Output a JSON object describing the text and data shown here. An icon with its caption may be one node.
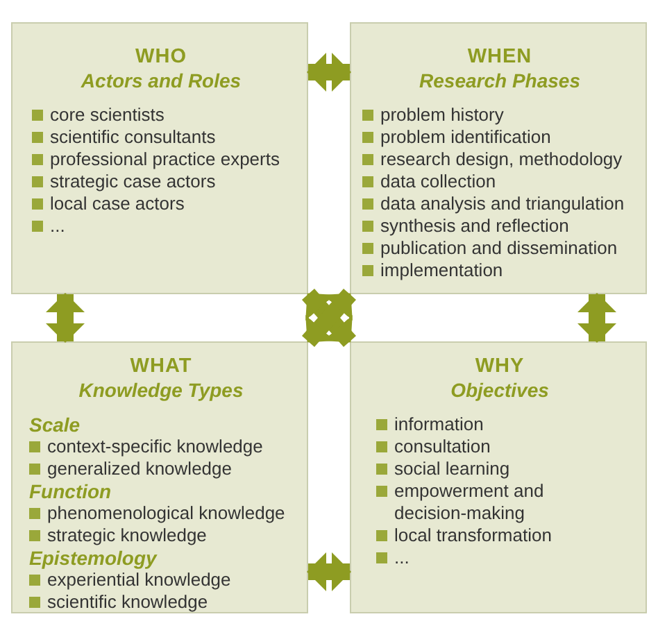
{
  "diagram": {
    "nodes": [
      {
        "text": [
          "WHO",
          "Actors and Roles",
          "core scientists",
          "scientific consultants",
          "professional practice experts",
          "strategic case actors",
          "local case actors",
          "..."
        ]
      },
      {
        "text": [
          "WHEN",
          "Research Phases",
          "problem history",
          "problem identification",
          "research design, methodology",
          "data collection",
          "data analysis and triangulation",
          "synthesis and reflection",
          "publication and dissemination",
          "implementation"
        ]
      },
      {
        "text": [
          "WHAT",
          "Knowledge Types",
          "Scale",
          "context-specific knowledge",
          "generalized knowledge",
          "Function",
          "phenomenological knowledge",
          "strategic knowledge",
          "Epistemology",
          "experiential knowledge",
          "scientific knowledge"
        ]
      },
      {
        "text": [
          "WHY",
          "Objectives",
          "information",
          "consultation",
          "social learning",
          "empowerment and decision-making",
          "local transformation",
          "..."
        ]
      }
    ],
    "edges": [
      {
        "from": 0,
        "to": 1,
        "arrow": "both"
      },
      {
        "from": 0,
        "to": 2,
        "arrow": "both"
      },
      {
        "from": 1,
        "to": 3,
        "arrow": "both"
      },
      {
        "from": 2,
        "to": 3,
        "arrow": "both"
      },
      {
        "from": 0,
        "to": 3,
        "arrow": "both"
      },
      {
        "from": 1,
        "to": 2,
        "arrow": "both"
      }
    ]
  }
}
